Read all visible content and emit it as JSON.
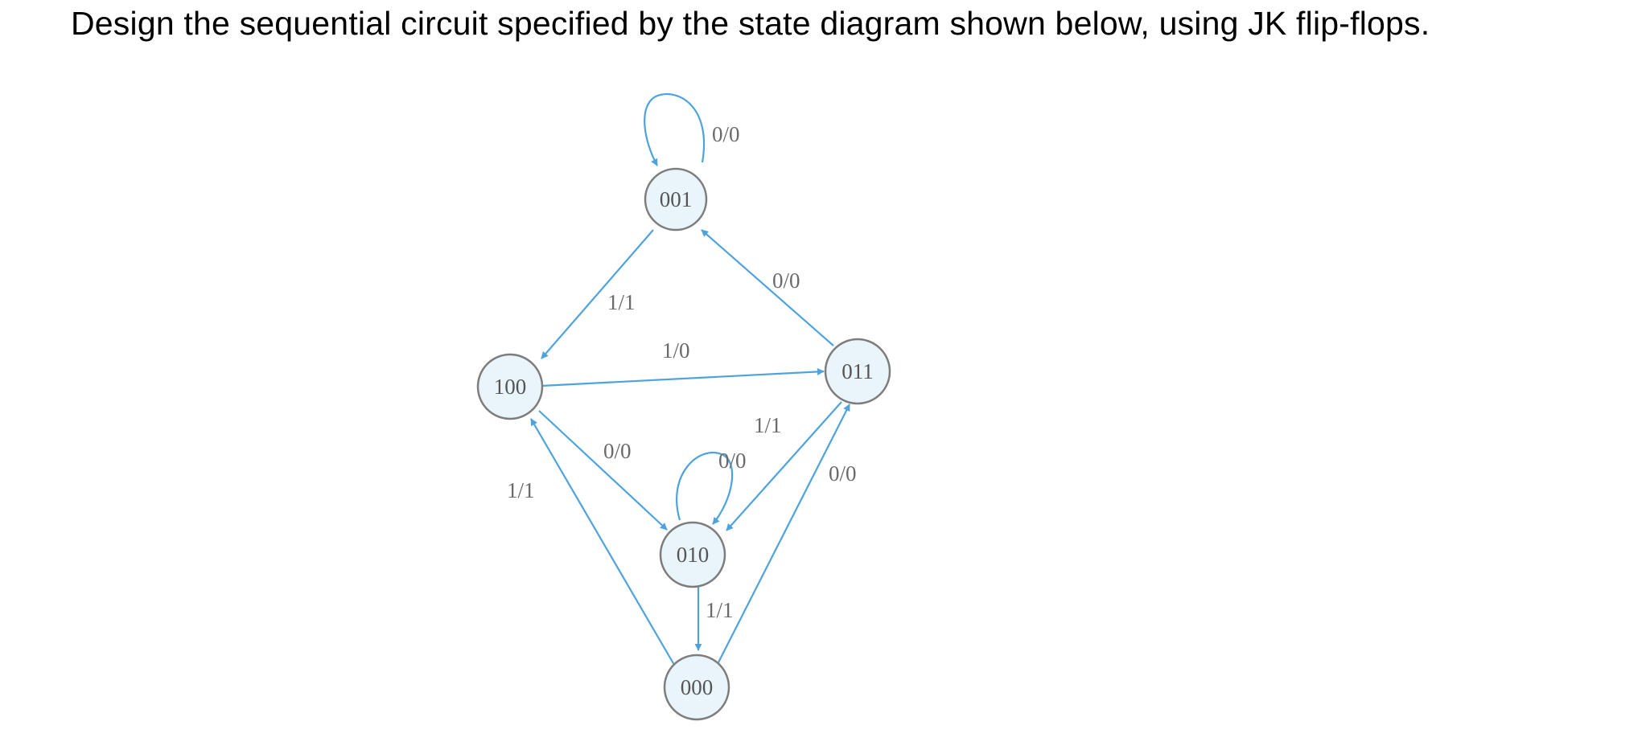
{
  "question": "Design the sequential circuit specified by the state diagram shown below, using JK flip-flops.",
  "diagram": {
    "states": {
      "s001": "001",
      "s011": "011",
      "s100": "100",
      "s010": "010",
      "s000": "000"
    },
    "transitions": {
      "self_001": "0/0",
      "t011_001": "0/0",
      "t001_100": "1/1",
      "t100_011": "1/0",
      "t100_010": "0/0",
      "t011_010": "1/1",
      "self_010": "0/0",
      "t000_100": "1/1",
      "t000_011": "0/0",
      "t010_000": "1/1"
    },
    "colors": {
      "edge": "#4fa3dd",
      "state_fill": "#eaf5fb",
      "state_stroke": "#7d7d7d"
    }
  }
}
